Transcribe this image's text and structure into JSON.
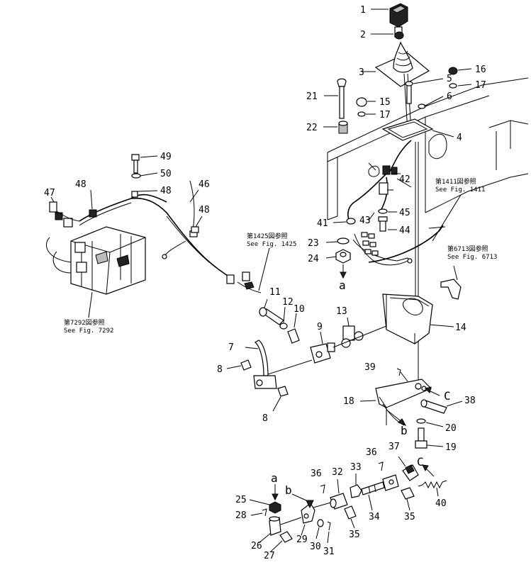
{
  "diagram": {
    "part_numbers": [
      {
        "id": "1",
        "text": "1"
      },
      {
        "id": "2",
        "text": "2"
      },
      {
        "id": "3",
        "text": "3"
      },
      {
        "id": "4",
        "text": "4"
      },
      {
        "id": "5",
        "text": "5"
      },
      {
        "id": "6",
        "text": "6"
      },
      {
        "id": "7",
        "text": "7"
      },
      {
        "id": "8a",
        "text": "8"
      },
      {
        "id": "8b",
        "text": "8"
      },
      {
        "id": "9",
        "text": "9"
      },
      {
        "id": "10",
        "text": "10"
      },
      {
        "id": "11",
        "text": "11"
      },
      {
        "id": "12",
        "text": "12"
      },
      {
        "id": "13",
        "text": "13"
      },
      {
        "id": "14",
        "text": "14"
      },
      {
        "id": "15",
        "text": "15"
      },
      {
        "id": "16",
        "text": "16"
      },
      {
        "id": "17a",
        "text": "17"
      },
      {
        "id": "17b",
        "text": "17"
      },
      {
        "id": "18",
        "text": "18"
      },
      {
        "id": "19",
        "text": "19"
      },
      {
        "id": "20",
        "text": "20"
      },
      {
        "id": "21",
        "text": "21"
      },
      {
        "id": "22",
        "text": "22"
      },
      {
        "id": "23",
        "text": "23"
      },
      {
        "id": "24",
        "text": "24"
      },
      {
        "id": "25",
        "text": "25"
      },
      {
        "id": "26",
        "text": "26"
      },
      {
        "id": "27",
        "text": "27"
      },
      {
        "id": "28",
        "text": "28"
      },
      {
        "id": "29",
        "text": "29"
      },
      {
        "id": "30",
        "text": "30"
      },
      {
        "id": "31",
        "text": "31"
      },
      {
        "id": "32",
        "text": "32"
      },
      {
        "id": "33",
        "text": "33"
      },
      {
        "id": "34",
        "text": "34"
      },
      {
        "id": "35a",
        "text": "35"
      },
      {
        "id": "35b",
        "text": "35"
      },
      {
        "id": "36a",
        "text": "36"
      },
      {
        "id": "36b",
        "text": "36"
      },
      {
        "id": "37",
        "text": "37"
      },
      {
        "id": "38",
        "text": "38"
      },
      {
        "id": "39",
        "text": "39"
      },
      {
        "id": "40",
        "text": "40"
      },
      {
        "id": "41",
        "text": "41"
      },
      {
        "id": "42",
        "text": "42"
      },
      {
        "id": "43",
        "text": "43"
      },
      {
        "id": "44",
        "text": "44"
      },
      {
        "id": "45",
        "text": "45"
      },
      {
        "id": "46",
        "text": "46"
      },
      {
        "id": "47",
        "text": "47"
      },
      {
        "id": "48a",
        "text": "48"
      },
      {
        "id": "48b",
        "text": "48"
      },
      {
        "id": "48c",
        "text": "48"
      },
      {
        "id": "49",
        "text": "49"
      },
      {
        "id": "50",
        "text": "50"
      }
    ],
    "connector_labels": [
      {
        "id": "a-top",
        "text": "a"
      },
      {
        "id": "a-bottom",
        "text": "a"
      },
      {
        "id": "b-top",
        "text": "b"
      },
      {
        "id": "b-bottom",
        "text": "b"
      },
      {
        "id": "c-top",
        "text": "C"
      },
      {
        "id": "c-bottom",
        "text": "C"
      }
    ],
    "figure_refs": [
      {
        "id": "fig1411",
        "jp": "第1411図参照",
        "en": "See Fig. 1411"
      },
      {
        "id": "fig1425",
        "jp": "第1425図参照",
        "en": "See Fig. 1425"
      },
      {
        "id": "fig6713",
        "jp": "第6713図参照",
        "en": "See Fig. 6713"
      },
      {
        "id": "fig7292",
        "jp": "第7292図参照",
        "en": "See Fig. 7292"
      }
    ]
  }
}
